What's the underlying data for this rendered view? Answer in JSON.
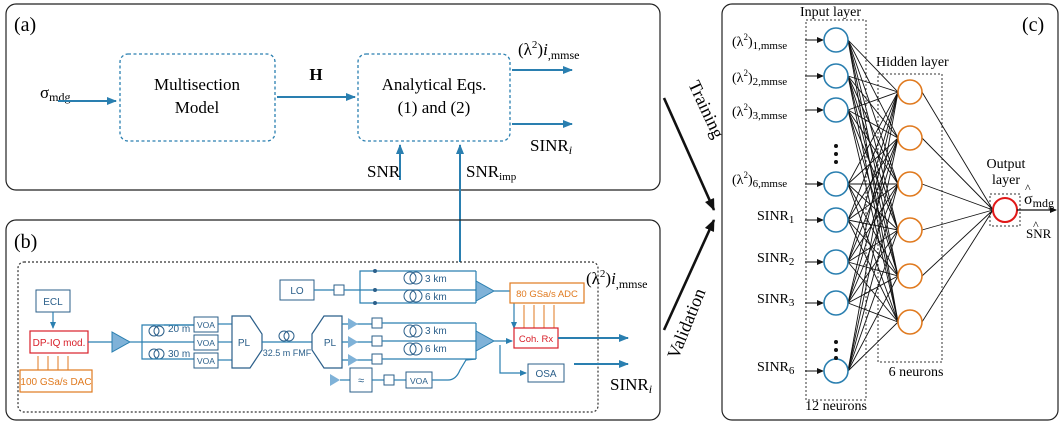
{
  "colors": {
    "blue": "#2a7fb0",
    "dark_blue": "#2b5f8a",
    "orange": "#e07a1f",
    "red": "#d8202a",
    "red_node": "#e01818",
    "black": "#1a1a1a"
  },
  "panel_a": {
    "label": "(a)",
    "input": "σmdg",
    "box1_line1": "Multisection",
    "box1_line2": "Model",
    "arrow_label": "H",
    "box2_line1": "Analytical Eqs.",
    "box2_line2": "(1) and (2)",
    "out_lambda": "(λ²)i,mmse",
    "out_sinr": "SINRi",
    "snr": "SNR",
    "snr_imp": "SNRimp"
  },
  "panel_b": {
    "label": "(b)",
    "ecl": "ECL",
    "modulator": "DP-IQ mod.",
    "dac": "100 GSa/s DAC",
    "delay_20m": "20 m",
    "delay_30m": "30 m",
    "voa": "VOA",
    "pl": "PL",
    "fmf": "32.5 m FMF",
    "lo": "LO",
    "km3": "3 km",
    "km6": "6 km",
    "adc": "80 GSa/s ADC",
    "coh_rx": "Coh. Rx",
    "osa": "OSA",
    "out_lambda": "(λ²)i,mmse",
    "out_sinr": "SINRi"
  },
  "middle": {
    "training": "Training",
    "validation": "Validation"
  },
  "panel_c": {
    "label": "(c)",
    "input_layer": "Input layer",
    "hidden_layer": "Hidden layer",
    "output_layer_line1": "Output",
    "output_layer_line2": "layer",
    "input_neurons": "12 neurons",
    "hidden_neurons": "6 neurons",
    "inputs": [
      "(λ²)1,mmse",
      "(λ²)2,mmse",
      "(λ²)3,mmse",
      "(λ²)6,mmse",
      "SINR1",
      "SINR2",
      "SINR3",
      "SINR6"
    ],
    "out_sigma": "σmdg",
    "out_snr": "SNR"
  }
}
